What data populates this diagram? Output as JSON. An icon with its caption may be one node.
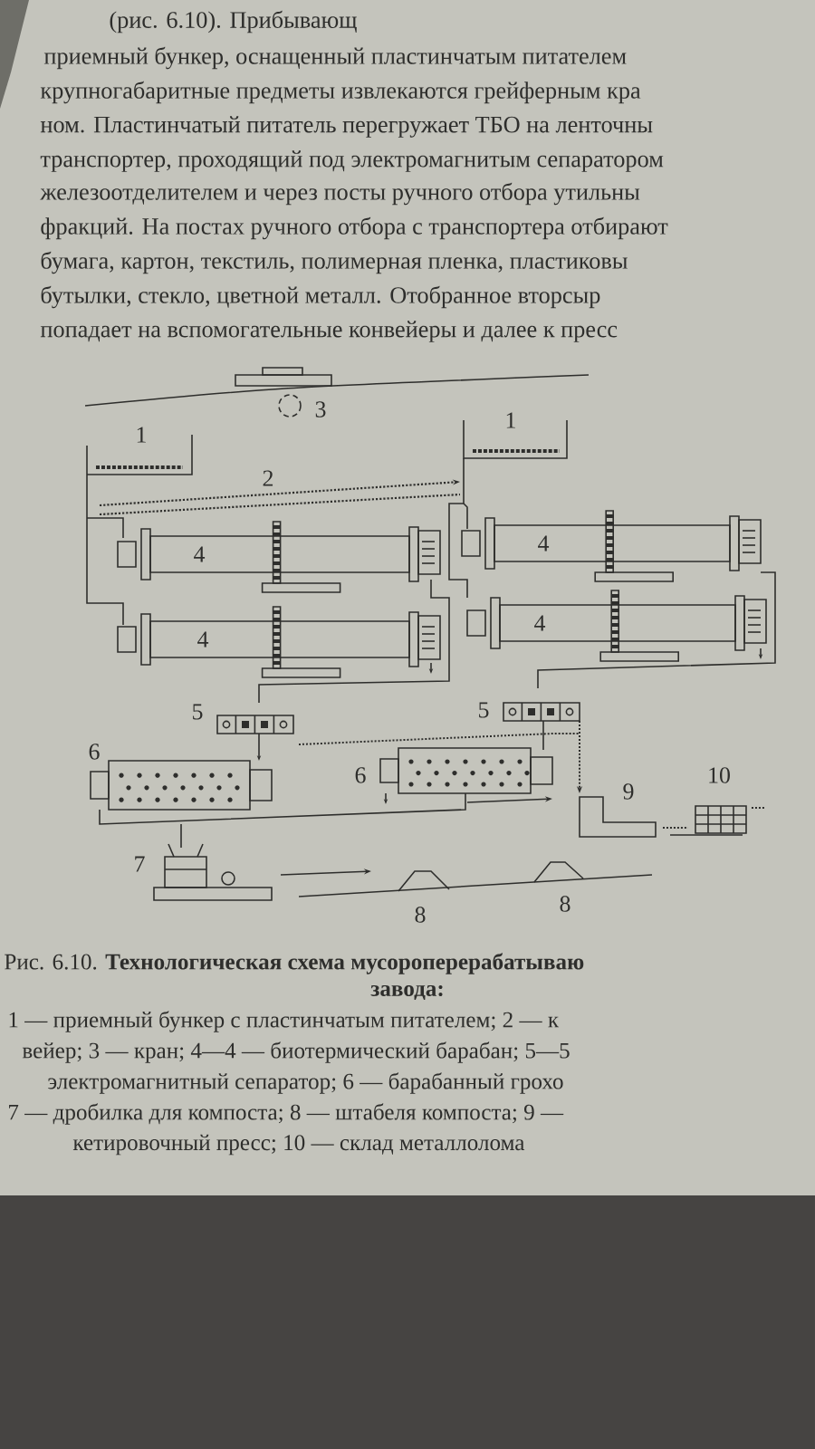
{
  "diagram": {
    "labels": [
      "(рис. 6.10). Прибывающ",
      "приемный бункер, оснащенный пластинчатым питателем",
      "крупногабаритные предметы извлекаются грейферным кра",
      "ном. Пластинчатый питатель перегружает ТБО на ленточны",
      "транспортер, проходящий под электромагнитым сепаратором",
      "железоотделителем и через посты ручного отбора утильны",
      "фракций. На постах ручного отбора с транспортера отбирают",
      "бумага, картон, текстиль, полимерная пленка, пластиковы",
      "бутылки, стекло, цветной металл. Отобранное вторсыр",
      "попадает на вспомогательные конвейеры и далее к пресс",
      "3",
      "1",
      "1",
      "2",
      "4",
      "4",
      "4",
      "4",
      "5",
      "5",
      "6",
      "6",
      "9",
      "10",
      "7",
      "8",
      "8",
      "Рис. 6.10. **Технологическая схема мусороперерабатываю**",
      "завода:",
      "1 — приемный бункер с пластинчатым питателем; 2 — к",
      "вейер; 3 — кран; 4—4 — биотермический барабан; 5—5",
      "электромагнитный сепаратор; 6 — барабанный грохо",
      "7 — дробилка для компоста; 8 — штабеля компоста; 9 —",
      "кетировочный пресс; 10 — склад металлолома"
    ]
  }
}
